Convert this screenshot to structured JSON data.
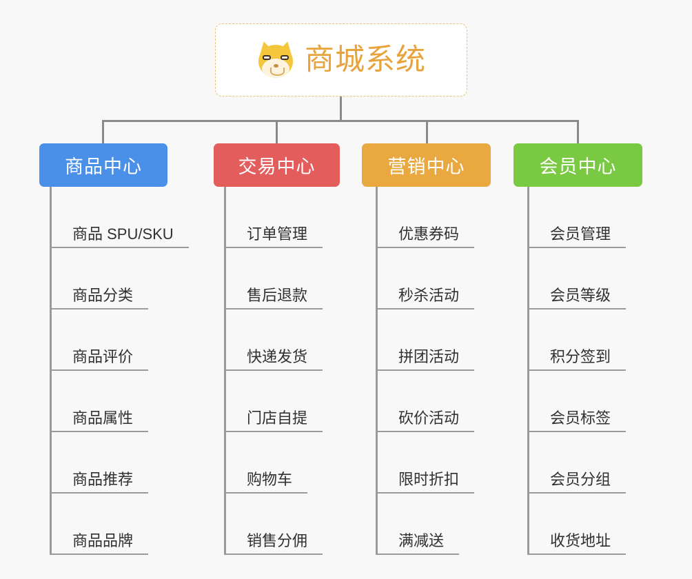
{
  "background_color": "#f8f8f8",
  "root": {
    "title": "商城系统",
    "icon": "shiba-dog-face-icon",
    "text_color": "#e8a33d",
    "border_color": "#e9c07a",
    "background_color": "#ffffff"
  },
  "connector_color": "#8a8a8a",
  "branches": [
    {
      "label": "商品中心",
      "color": "#4a90e8",
      "items": [
        "商品 SPU/SKU",
        "商品分类",
        "商品评价",
        "商品属性",
        "商品推荐",
        "商品品牌"
      ]
    },
    {
      "label": "交易中心",
      "color": "#e35d5d",
      "items": [
        "订单管理",
        "售后退款",
        "快递发货",
        "门店自提",
        "购物车",
        "销售分佣"
      ]
    },
    {
      "label": "营销中心",
      "color": "#eaa840",
      "items": [
        "优惠券码",
        "秒杀活动",
        "拼团活动",
        "砍价活动",
        "限时折扣",
        "满减送"
      ]
    },
    {
      "label": "会员中心",
      "color": "#7ac943",
      "items": [
        "会员管理",
        "会员等级",
        "积分签到",
        "会员标签",
        "会员分组",
        "收货地址"
      ]
    }
  ]
}
